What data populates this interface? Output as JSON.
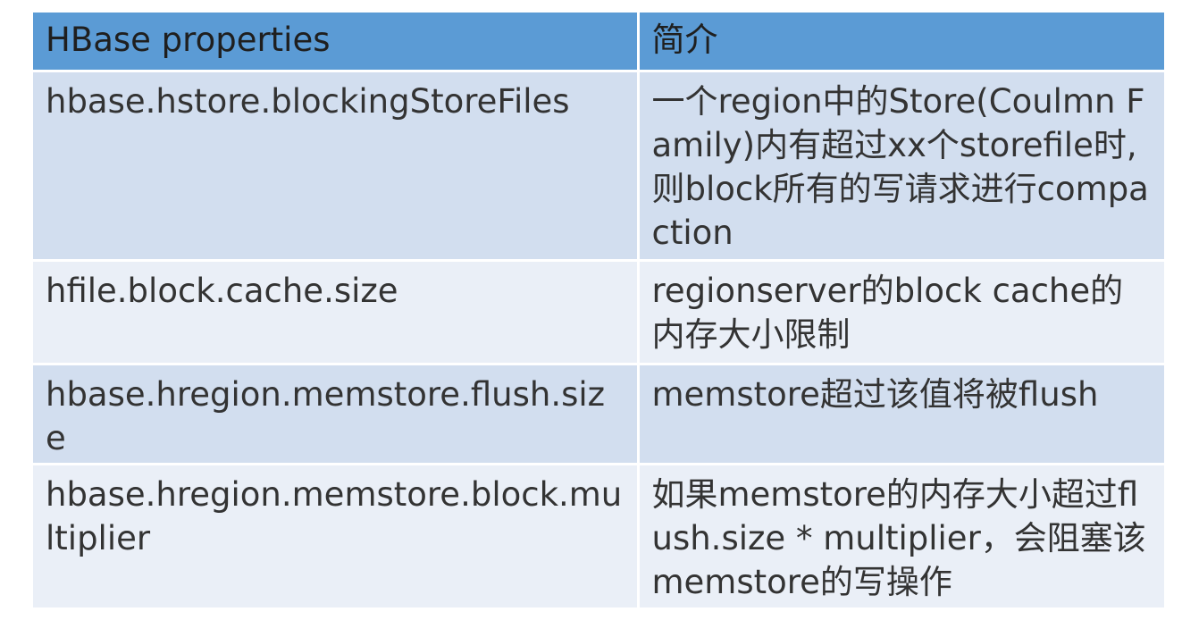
{
  "table": {
    "headers": [
      "HBase properties",
      "简介"
    ],
    "rows": [
      {
        "property": "hbase.hstore.blockingStoreFiles",
        "description": "一个region中的Store(Coulmn Family)内有超过xx个storefile时,则block所有的写请求进行compaction"
      },
      {
        "property": "hfile.block.cache.size",
        "description": "regionserver的block cache的内存大小限制"
      },
      {
        "property": "hbase.hregion.memstore.flush.size",
        "description": "memstore超过该值将被flush"
      },
      {
        "property": "hbase.hregion.memstore.block.multiplier",
        "description": "如果memstore的内存大小超过flush.size * multiplier，会阻塞该memstore的写操作"
      }
    ]
  },
  "colors": {
    "header_bg": "#5b9bd5",
    "row_odd_bg": "#d2deef",
    "row_even_bg": "#eaeff7"
  }
}
